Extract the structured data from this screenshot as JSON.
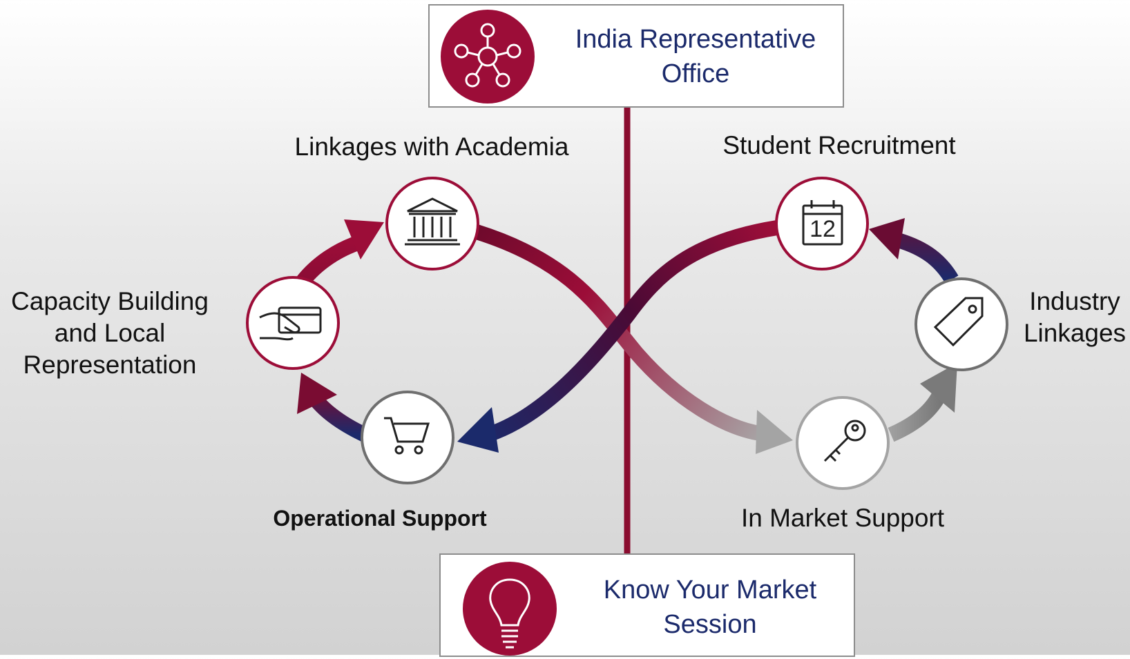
{
  "header": {
    "title_line1": "India Representative",
    "title_line2": "Office",
    "icon": "network-hub-icon"
  },
  "footer": {
    "title_line1": "Know Your Market",
    "title_line2": "Session",
    "icon": "lightbulb-icon"
  },
  "nodes": {
    "linkages_academia": {
      "label": "Linkages with Academia",
      "icon": "university-building-icon"
    },
    "student_recruitment": {
      "label": "Student Recruitment",
      "icon": "calendar-icon",
      "calendar_day": "12"
    },
    "capacity_building": {
      "label_line1": "Capacity Building",
      "label_line2": "and Local",
      "label_line3": "Representation",
      "icon": "hand-card-icon"
    },
    "industry_linkages": {
      "label_line1": "Industry",
      "label_line2": "Linkages",
      "icon": "price-tag-icon"
    },
    "operational_support": {
      "label": "Operational Support",
      "icon": "shopping-cart-icon"
    },
    "in_market_support": {
      "label": "In Market Support",
      "icon": "key-icon"
    }
  },
  "colors": {
    "crimson": "#9c0d38",
    "navy": "#1b2a6b",
    "grey": "#8c8c8c",
    "text": "#111111"
  }
}
